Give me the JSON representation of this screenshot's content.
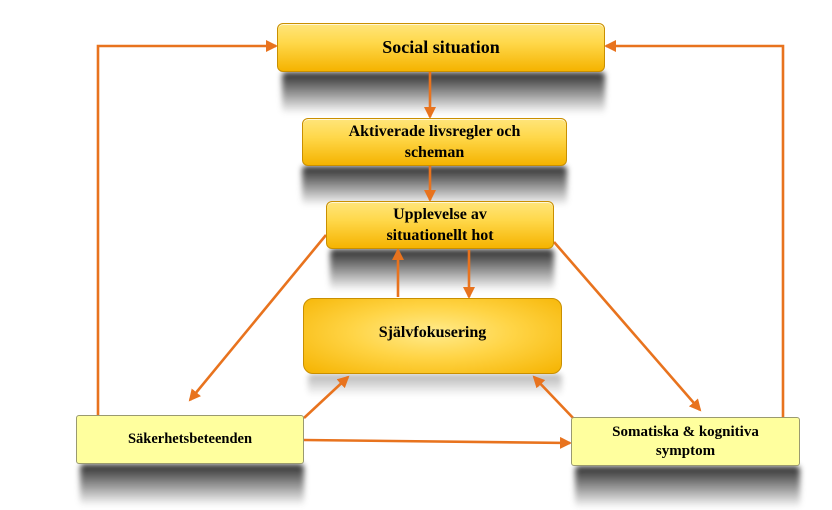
{
  "colors": {
    "arrow": "#E8731E",
    "box_gold_top": "#FFE57A",
    "box_gold_bottom": "#F5B300",
    "box_light": "#FFFF9E"
  },
  "nodes": {
    "social_situation": {
      "lines": [
        "Social situation"
      ]
    },
    "aktiverade": {
      "lines": [
        "Aktiverade livsregler och",
        "scheman"
      ]
    },
    "upplevelse": {
      "lines": [
        "Upplevelse av",
        "situationellt hot"
      ]
    },
    "sjalvfokusering": {
      "lines": [
        "Självfokusering"
      ]
    },
    "sakerhetsbeteenden": {
      "lines": [
        "Säkerhetsbeteenden"
      ]
    },
    "somatiska": {
      "lines": [
        "Somatiska & kognitiva",
        "symptom"
      ]
    }
  }
}
